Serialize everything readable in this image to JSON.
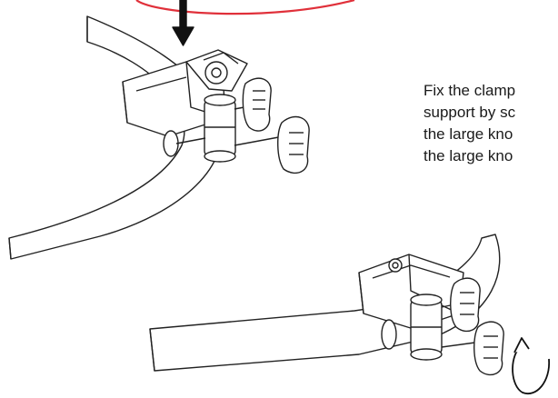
{
  "instruction": {
    "lines": [
      "Fix the clamp",
      "support by sc",
      "the large kno",
      "the large kno"
    ]
  },
  "figures": {
    "top": {
      "arrow_icon": "down-arrow-icon",
      "annotation_color": "#e0303a"
    },
    "bottom": {
      "rotation_icon": "rotate-arrow-icon"
    }
  }
}
